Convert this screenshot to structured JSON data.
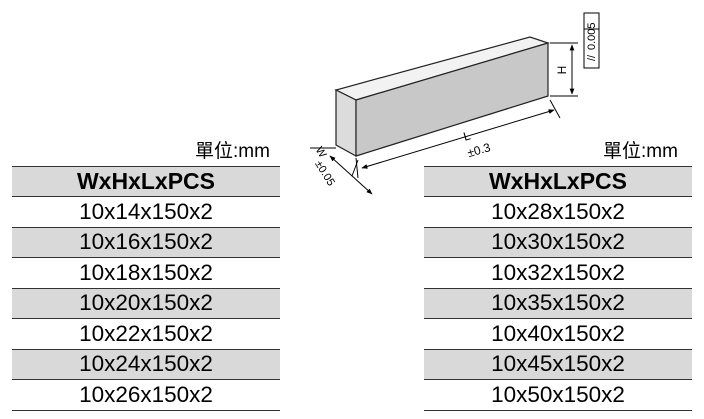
{
  "diagram": {
    "label_w": "W",
    "tol_w": "±0.05",
    "label_l": "L",
    "tol_l": "±0.3",
    "label_h": "H",
    "parallelism_symbol": "//",
    "parallelism_value": "0.005"
  },
  "left": {
    "unit": "單位:mm",
    "header": "WxHxLxPCS",
    "rows": [
      "10x14x150x2",
      "10x16x150x2",
      "10x18x150x2",
      "10x20x150x2",
      "10x22x150x2",
      "10x24x150x2",
      "10x26x150x2"
    ]
  },
  "right": {
    "unit": "單位:mm",
    "header": "WxHxLxPCS",
    "rows": [
      "10x28x150x2",
      "10x30x150x2",
      "10x32x150x2",
      "10x35x150x2",
      "10x40x150x2",
      "10x45x150x2",
      "10x50x150x2"
    ]
  },
  "colors": {
    "row_shade": "#d9d9d9",
    "block_front": "#dcdcdc",
    "block_top": "#f2f2f2",
    "block_side": "#c4c4c4"
  }
}
